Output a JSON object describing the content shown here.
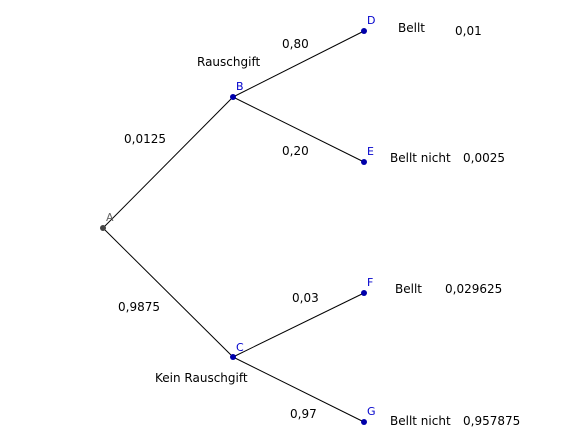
{
  "colors": {
    "root_point": "#444444",
    "point": "#0000aa",
    "root_label": "#666666",
    "point_label": "#0000cc",
    "edge": "#000000"
  },
  "vertices": {
    "A": "A",
    "B": "B",
    "C": "C",
    "D": "D",
    "E": "E",
    "F": "F",
    "G": "G"
  },
  "branches": {
    "A_B": "0,0125",
    "A_C": "0,9875",
    "B_D": "0,80",
    "B_E": "0,20",
    "C_F": "0,03",
    "C_G": "0,97"
  },
  "categories": {
    "B": "Rauschgift",
    "C": "Kein Rauschgift"
  },
  "outcomes": {
    "D": {
      "label": "Bellt",
      "probability": "0,01"
    },
    "E": {
      "label": "Bellt nicht",
      "probability": "0,0025"
    },
    "F": {
      "label": "Bellt",
      "probability": "0,029625"
    },
    "G": {
      "label": "Bellt nicht",
      "probability": "0,957875"
    }
  }
}
